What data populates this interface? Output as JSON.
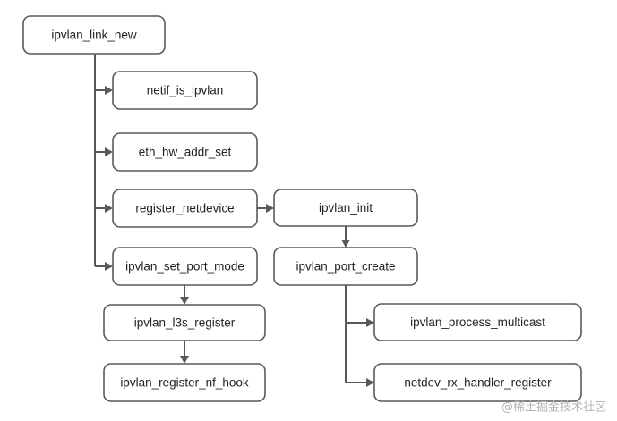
{
  "nodes": {
    "ipvlan_link_new": "ipvlan_link_new",
    "netif_is_ipvlan": "netif_is_ipvlan",
    "eth_hw_addr_set": "eth_hw_addr_set",
    "register_netdevice": "register_netdevice",
    "ipvlan_set_port_mode": "ipvlan_set_port_mode",
    "ipvlan_l3s_register": "ipvlan_l3s_register",
    "ipvlan_register_nf_hook": "ipvlan_register_nf_hook",
    "ipvlan_init": "ipvlan_init",
    "ipvlan_port_create": "ipvlan_port_create",
    "ipvlan_process_multicast": "ipvlan_process_multicast",
    "netdev_rx_handler_register": "netdev_rx_handler_register"
  },
  "watermark": "@稀土掘金技术社区",
  "colors": {
    "border": "#595959",
    "text": "#222222",
    "watermark": "#b5b5b5"
  }
}
